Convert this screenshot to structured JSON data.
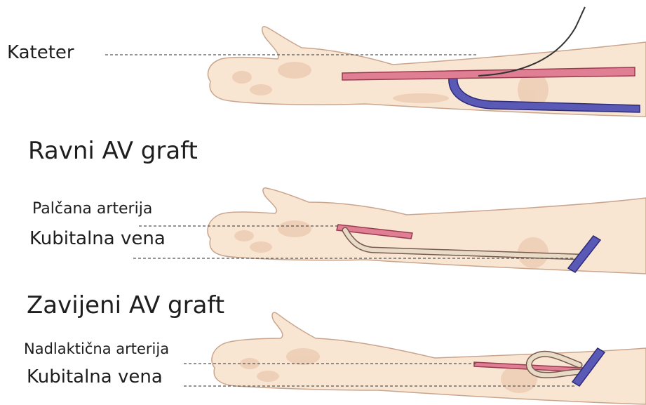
{
  "labels": {
    "kateter": "Kateter",
    "ravni_heading": "Ravni AV graft",
    "palcana": "Palčana arterija",
    "kubitalna_1": "Kubitalna vena",
    "zavijeni_heading": "Zavijeni AV graft",
    "nadlakticna": "Nadlaktična arterija",
    "kubitalna_2": "Kubitalna vena"
  },
  "colors": {
    "skin": "#f8e6d3",
    "skin_shadow": "#edccb4",
    "skin_outline": "#c9a58e",
    "artery": "#e07f93",
    "artery_outline": "#9a3a50",
    "vein": "#5a59b6",
    "vein_outline": "#2c2a78",
    "graft": "#e8dcc6",
    "graft_outline": "#7a5a50",
    "catheter": "#333333",
    "text": "#1e1e1e",
    "leader_line": "#555555"
  }
}
